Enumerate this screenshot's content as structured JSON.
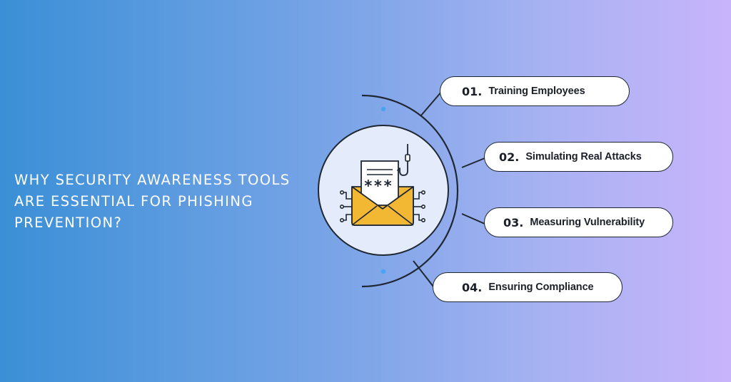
{
  "headline": {
    "line1": "WHY SECURITY AWARENESS TOOLS",
    "line2": "ARE ESSENTIAL FOR PHISHING",
    "line3": "PREVENTION?"
  },
  "center_icon": {
    "icon": "phishing-envelope-icon",
    "password_mask": "***"
  },
  "steps": [
    {
      "number": "01.",
      "label": "Training Employees"
    },
    {
      "number": "02.",
      "label": "Simulating Real Attacks"
    },
    {
      "number": "03.",
      "label": "Measuring Vulnerability"
    },
    {
      "number": "04.",
      "label": "Ensuring Compliance"
    }
  ],
  "colors": {
    "gradient_start": "#3a8fd6",
    "gradient_end": "#c8b4fb",
    "envelope": "#f3b833",
    "circle_fill": "#e4ebfb",
    "line": "#1f2733",
    "dot": "#4aa3f0"
  }
}
